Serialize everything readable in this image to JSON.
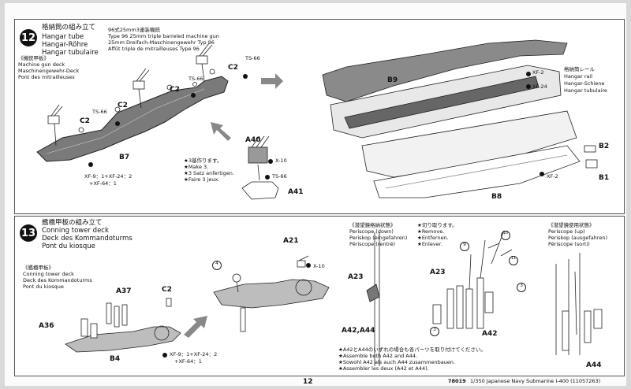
{
  "step12": {
    "number": "12",
    "title_jp": "格納筒の組み立て",
    "title_en": "Hangar tube",
    "title_de": "Hangar-Röhre",
    "title_fr": "Hangar tubulaire",
    "mgdeck_jp": "《機銃甲板》",
    "mgdeck_en": "Machine gun deck",
    "mgdeck_de": "Maschinengewehr-Deck",
    "mgdeck_fr": "Pont des mitrailleuses",
    "gun_jp": "96式25mm3連装機銃",
    "gun_en": "Type 96 25mm triple barreled machine gun",
    "gun_de": "25mm Dreifach-Maschinengewehr Typ 96",
    "gun_fr": "Affût triple de mitrailleuses Type 96",
    "rail_jp": "格納筒レール",
    "rail_en": "Hangar rail",
    "rail_de": "Hangar-Schiene",
    "rail_fr": "Hangar tubulaire",
    "make_jp": "★3基作ります。",
    "make_en": "★Make 3.",
    "make_de": "★3 Satz anfertigen.",
    "make_fr": "★Faire 3 jeux.",
    "paint_1": "XF-9：1+XF-24：2",
    "paint_2": "+XF-64：1",
    "parts": {
      "b7": "B7",
      "b9": "B9",
      "b8": "B8",
      "b1": "B1",
      "b2": "B2",
      "a40": "A40",
      "a41": "A41",
      "c2": "C2"
    },
    "paints": {
      "ts66": "TS-66",
      "xf2": "XF-2",
      "xf24": "XF-24",
      "x10": "X-10"
    }
  },
  "step13": {
    "number": "13",
    "title_jp": "艦橋甲板の組み立て",
    "title_en": "Conning tower deck",
    "title_de": "Deck des Kommandoturms",
    "title_fr": "Pont du kiosque",
    "sub_jp": "《艦橋甲板》",
    "sub_en": "Conning tower deck",
    "sub_de": "Deck des Kommandoturms",
    "sub_fr": "Pont du kiosque",
    "down_jp": "《潜望鏡格納状態》",
    "down_en": "Periscope (down)",
    "down_de": "Periskop (eingefahren)",
    "down_fr": "Périscope (rentré)",
    "cut_jp": "★切り取ります。",
    "cut_en": "★Remove.",
    "cut_de": "★Entfernen.",
    "cut_fr": "★Enlever.",
    "up_jp": "《潜望鏡使用状態》",
    "up_en": "Periscope (up)",
    "up_de": "Periskop (ausgefahren)",
    "up_fr": "Périscope (sorti)",
    "note_jp": "★A42とA44のいずれの場合も各パーツを取り付けてください。",
    "note_en": "★Assemble both A42 and A44.",
    "note_de": "★Sowohl A42 als auch A44 zusammenbauen.",
    "note_fr": "★Assembler les deux (A42 et A44).",
    "paint_1": "XF-9：1+XF-24：2",
    "paint_2": "+XF-64：1",
    "parts": {
      "a36": "A36",
      "a37": "A37",
      "b4": "B4",
      "c2": "C2",
      "a21": "A21",
      "a23": "A23",
      "a42a44": "A42,A44",
      "a42": "A42",
      "a44": "A44"
    },
    "paints": {
      "x10": "X-10"
    },
    "circles": {
      "n3": "3",
      "n4": "4",
      "n9": "9",
      "n10": "10",
      "n11": "11"
    }
  },
  "footer": {
    "page": "12",
    "catalog": "78019",
    "product": "1/350 Japanese Navy Submarine I-400 (11057263)"
  }
}
